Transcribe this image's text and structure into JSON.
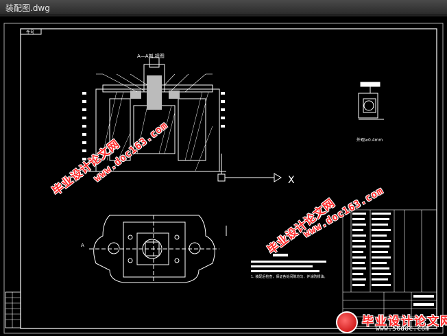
{
  "window": {
    "title": "装配图.dwg"
  },
  "drawing": {
    "section_label": "A—A剖 视图",
    "corner_tag": "件号",
    "side_label": "A",
    "scale_note": "外观≥0.4mm",
    "note_text": "1. 装配后检查，保证各处间隙均匀，并涂防锈油。",
    "x_axis_label": "X"
  },
  "watermarks": {
    "cn": "毕业设计论文网",
    "url": "www.doc163.com",
    "corner_cn": "毕业设计论文网",
    "corner_url": "www.56doc.com"
  },
  "colors": {
    "background": "#000000",
    "line": "#ffffff",
    "watermark": "#ff2a2a"
  }
}
